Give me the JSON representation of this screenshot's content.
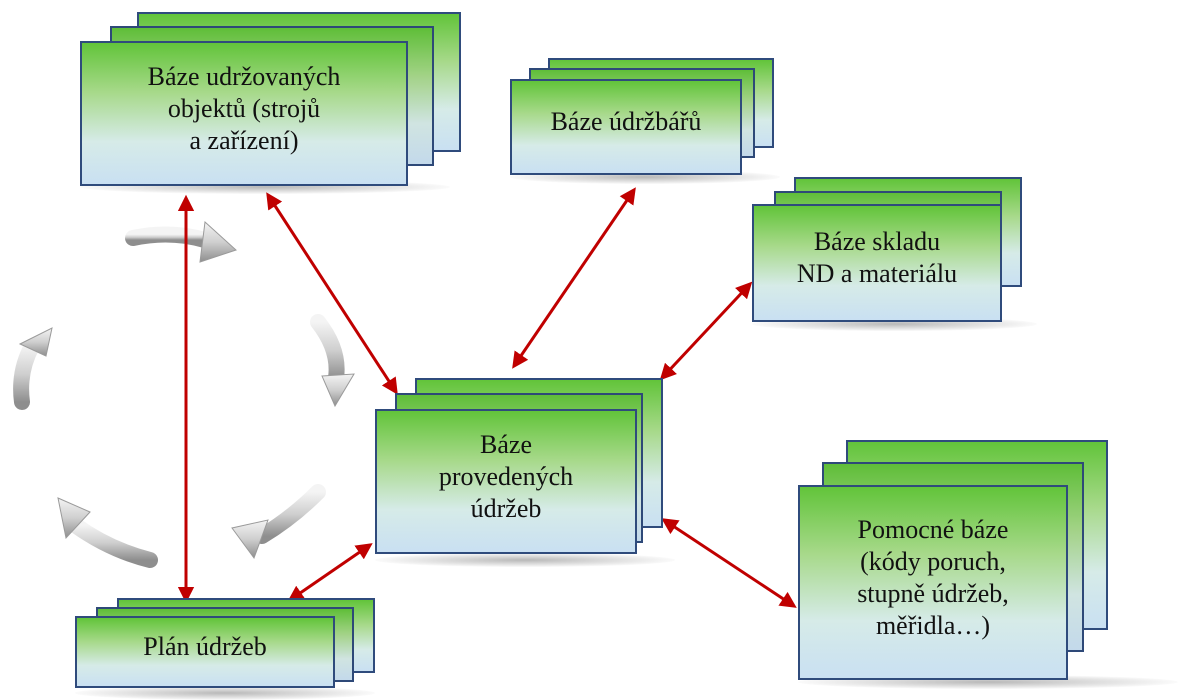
{
  "nodes": {
    "objekty": {
      "label": "Báze udržovaných\nobjektů (strojů\na zařízení)"
    },
    "udrzbari": {
      "label": "Báze údržbářů"
    },
    "sklad": {
      "label": "Báze skladu\nND a materiálu"
    },
    "provedene": {
      "label": "Báze\nprovedených\núdržeb"
    },
    "pomocne": {
      "label": "Pomocné báze\n(kódy poruch,\nstupně údržeb,\nměřidla…)"
    },
    "plan": {
      "label": "Plán údržeb"
    }
  },
  "colors": {
    "connector": "#c00000",
    "card_border": "#2f4b7c",
    "card_top": "#62c43a",
    "card_bottom": "#c9e0f2",
    "cycle_arrow": "#c9c9c9"
  }
}
